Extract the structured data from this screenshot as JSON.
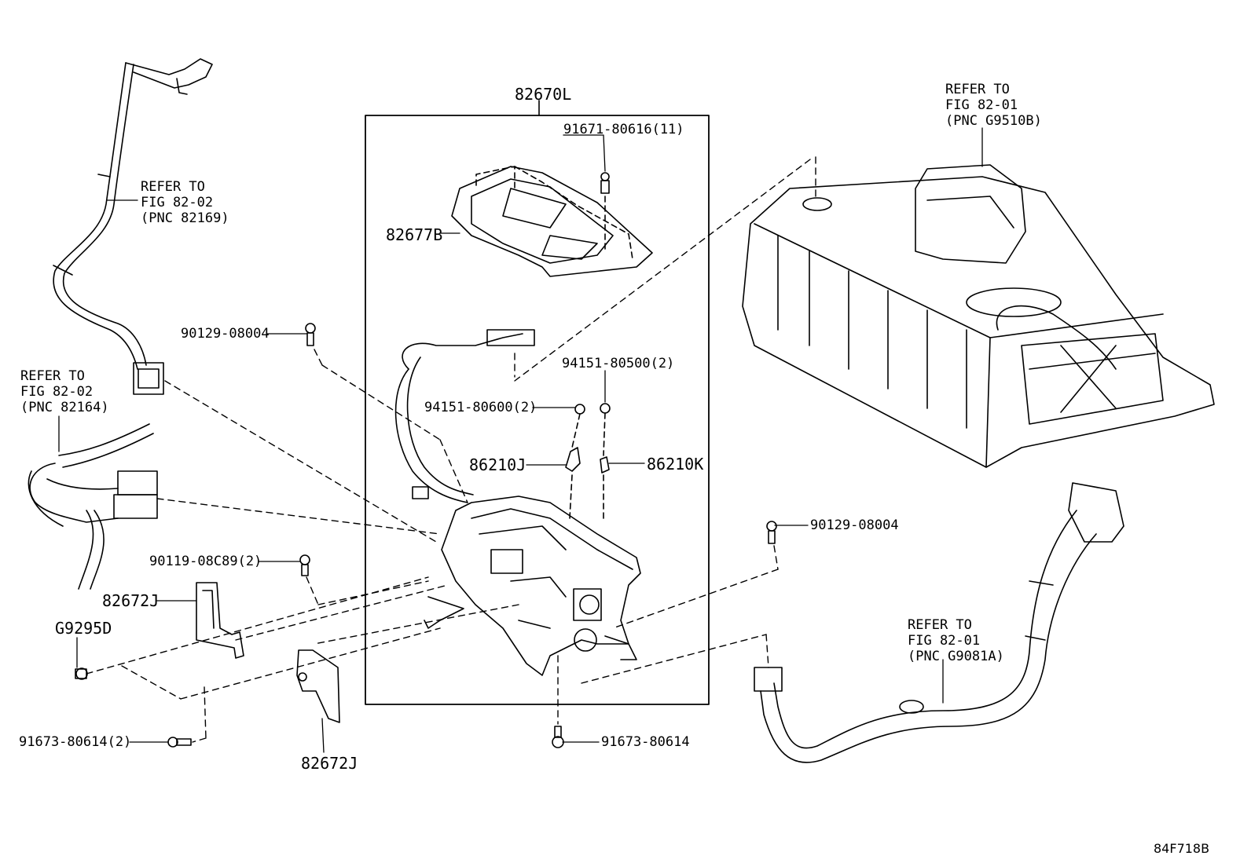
{
  "diagram": {
    "code": "84F718B",
    "group_label": "82670L",
    "parts": {
      "p91671": "91671-80616(11)",
      "p82677B": "82677B",
      "p90129_left": "90129-08004",
      "p94151_500": "94151-80500(2)",
      "p94151_600": "94151-80600(2)",
      "p86210J": "86210J",
      "p86210K": "86210K",
      "p90129_right": "90129-08004",
      "p90119": "90119-08C89(2)",
      "p82672J_left": "82672J",
      "pG9295D": "G9295D",
      "p91673_left": "91673-80614(2)",
      "p91673_mid": "91673-80614",
      "p82672J_bottom": "82672J"
    },
    "refer_1": {
      "l1": "REFER TO",
      "l2": "FIG 82-02",
      "l3": "(PNC 82169)"
    },
    "refer_2": {
      "l1": "REFER TO",
      "l2": "FIG 82-02",
      "l3": "(PNC 82164)"
    },
    "refer_3": {
      "l1": "REFER TO",
      "l2": "FIG 82-01",
      "l3": "(PNC G9510B)"
    },
    "refer_4": {
      "l1": "REFER TO",
      "l2": "FIG 82-01",
      "l3": "(PNC G9081A)"
    }
  }
}
